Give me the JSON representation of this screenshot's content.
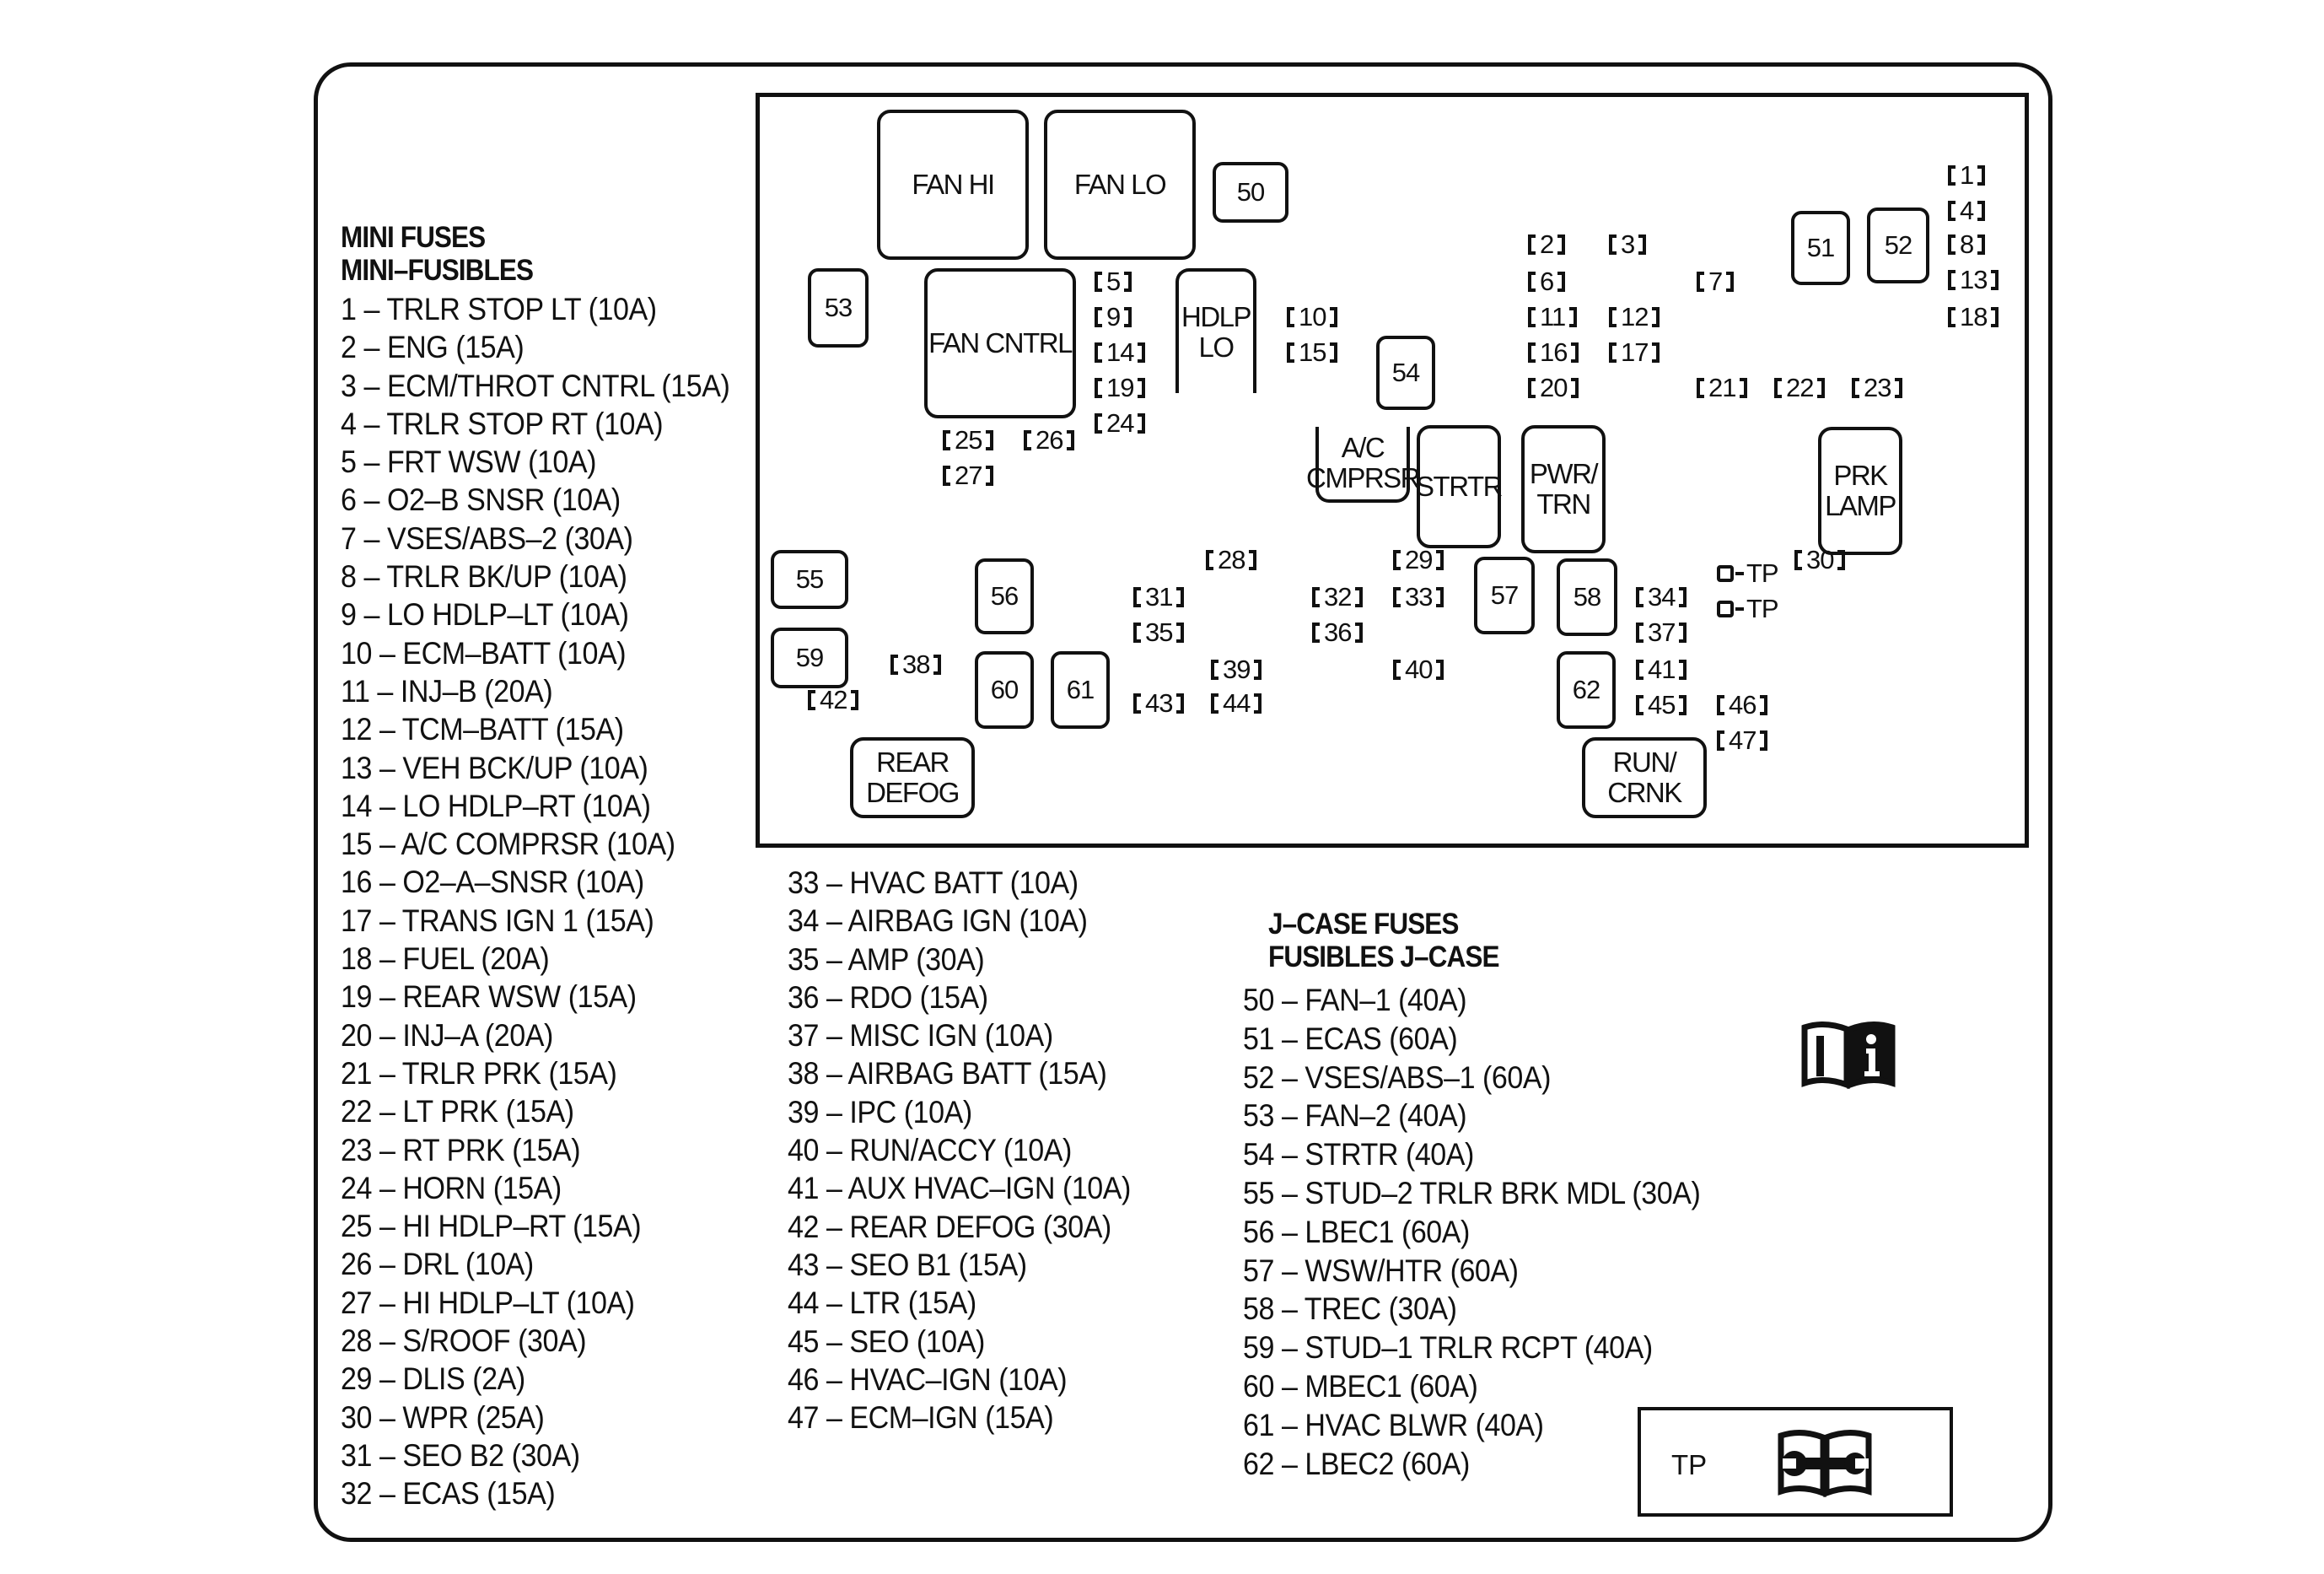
{
  "mini_heading": [
    "MINI FUSES",
    "MINI–FUSIBLES"
  ],
  "jcase_heading": [
    "J–CASE FUSES",
    "FUSIBLES J–CASE"
  ],
  "list_col1": [
    "1 – TRLR STOP LT (10A)",
    "2 – ENG (15A)",
    "3 – ECM/THROT CNTRL  (15A)",
    "4 – TRLR STOP RT (10A)",
    "5 – FRT WSW (10A)",
    "6 – O2–B SNSR (10A)",
    "7 – VSES/ABS–2 (30A)",
    "8 – TRLR BK/UP (10A)",
    "9 – LO HDLP–LT (10A)",
    "10 – ECM–BATT (10A)",
    "11 – INJ–B (20A)",
    "12 – TCM–BATT (15A)",
    "13 – VEH BCK/UP (10A)",
    "14 – LO HDLP–RT (10A)",
    "15 – A/C COMPRSR  (10A)",
    "16 – O2–A–SNSR (10A)",
    "17 – TRANS IGN 1 (15A)",
    "18 – FUEL (20A)",
    "19 – REAR WSW (15A)",
    "20 – INJ–A (20A)",
    "21 – TRLR PRK (15A)",
    "22 – LT PRK (15A)",
    "23 – RT PRK (15A)",
    "24 – HORN (15A)",
    "25 – HI HDLP–RT (15A)",
    "26 – DRL (10A)",
    "27 – HI HDLP–LT (10A)",
    "28 – S/ROOF (30A)",
    "29 – DLIS (2A)",
    "30 – WPR (25A)",
    "31 – SEO B2 (30A)",
    "32 – ECAS (15A)"
  ],
  "list_col2": [
    "33 – HVAC BATT (10A)",
    "34 – AIRBAG IGN (10A)",
    "35 – AMP (30A)",
    "36 – RDO (15A)",
    "37 – MISC IGN (10A)",
    "38 – AIRBAG BATT (15A)",
    "39 – IPC (10A)",
    "40 – RUN/ACCY (10A)",
    "41 – AUX HVAC–IGN (10A)",
    "42 – REAR DEFOG (30A)",
    "43 – SEO B1 (15A)",
    "44 – LTR (15A)",
    "45 – SEO (10A)",
    "46 – HVAC–IGN (10A)",
    "47 – ECM–IGN (15A)"
  ],
  "list_col3": [
    "50 – FAN–1 (40A)",
    "51 – ECAS (60A)",
    "52 – VSES/ABS–1 (60A)",
    "53 – FAN–2 (40A)",
    "54 – STRTR (40A)",
    "55 – STUD–2 TRLR BRK MDL (30A)",
    "56 – LBEC1 (60A)",
    "57 – WSW/HTR (60A)",
    "58 – TREC (30A)",
    "59 – STUD–1 TRLR RCPT (40A)",
    "60 – MBEC1 (60A)",
    "61 – HVAC BLWR (40A)",
    "62 – LBEC2 (60A)"
  ],
  "relays": [
    {
      "id": "fan-hi",
      "text": "FAN HI"
    },
    {
      "id": "fan-lo",
      "text": "FAN LO"
    },
    {
      "id": "fan-cntrl",
      "text": "FAN CNTRL"
    },
    {
      "id": "hdlp-lo",
      "text": "HDLP\nLO"
    },
    {
      "id": "ac-cmprsr",
      "text": "A/C\nCMPRSR"
    },
    {
      "id": "strtr",
      "text": "STRTR"
    },
    {
      "id": "pwr-trn",
      "text": "PWR/\nTRN"
    },
    {
      "id": "prk-lamp",
      "text": "PRK\nLAMP"
    },
    {
      "id": "rear-defog",
      "text": "REAR\nDEFOG"
    },
    {
      "id": "run-crnk",
      "text": "RUN/\nCRNK"
    }
  ],
  "jcase_slots": [
    "50",
    "51",
    "52",
    "53",
    "54",
    "55",
    "56",
    "57",
    "58",
    "59",
    "60",
    "61",
    "62"
  ],
  "mini_slots": [
    "1",
    "2",
    "3",
    "4",
    "5",
    "6",
    "7",
    "8",
    "9",
    "10",
    "11",
    "12",
    "13",
    "14",
    "15",
    "16",
    "17",
    "18",
    "19",
    "20",
    "21",
    "22",
    "23",
    "24",
    "25",
    "26",
    "27",
    "28",
    "29",
    "30",
    "31",
    "32",
    "33",
    "34",
    "35",
    "36",
    "37",
    "38",
    "39",
    "40",
    "41",
    "42",
    "43",
    "44",
    "45",
    "46",
    "47"
  ],
  "test_points": [
    "TP",
    "TP"
  ],
  "tp_box_label": "TP",
  "icons": {
    "info": "info-book-icon",
    "service": "service-manual-wrench-icon"
  }
}
